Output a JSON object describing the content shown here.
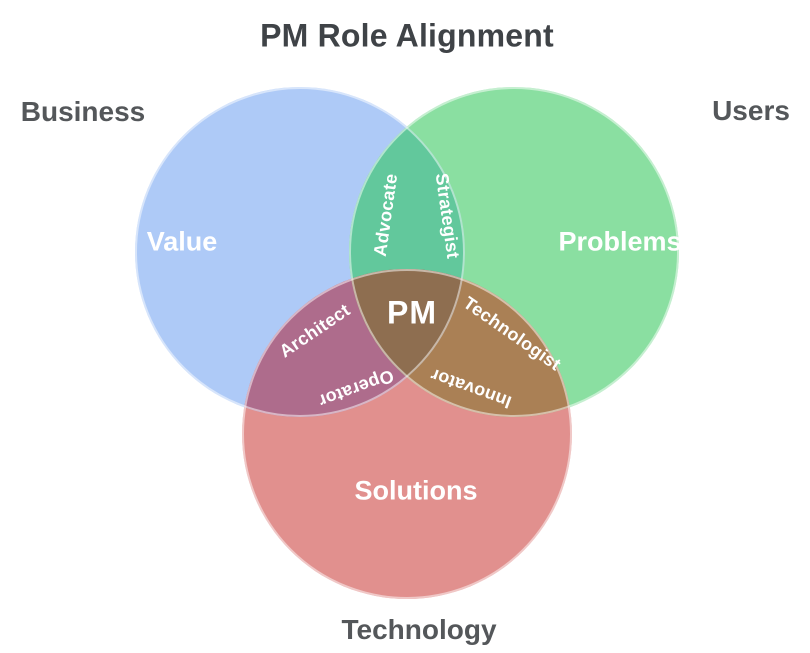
{
  "title": {
    "text": "PM Role Alignment"
  },
  "colors": {
    "background": "#ffffff",
    "title_text": "#3f4347",
    "outer_label_text": "#54575a",
    "overlay_label_text": "#ffffff",
    "business_circle": "#aecaf7",
    "users_circle": "#8adfa1",
    "technology_circle": "#e1908e",
    "business_users_overlap": "#62c89c",
    "business_technology_overlap": "#ae6c8c",
    "users_technology_overlap": "#aa8055",
    "center_overlap": "#8e6e50",
    "overlap_outline": "rgba(255,255,255,0.5)"
  },
  "venn": {
    "circles": [
      {
        "id": "business",
        "outer_label": "Business",
        "region_label": "Value"
      },
      {
        "id": "users",
        "outer_label": "Users",
        "region_label": "Problems"
      },
      {
        "id": "technology",
        "outer_label": "Technology",
        "region_label": "Solutions"
      }
    ],
    "overlaps": [
      {
        "id": "business_users",
        "labels": [
          "Advocate",
          "Strategist"
        ]
      },
      {
        "id": "business_technology",
        "labels": [
          "Architect",
          "Operator"
        ]
      },
      {
        "id": "users_technology",
        "labels": [
          "Technologist",
          "Innovator"
        ]
      },
      {
        "id": "center",
        "labels": [
          "PM"
        ]
      }
    ]
  }
}
